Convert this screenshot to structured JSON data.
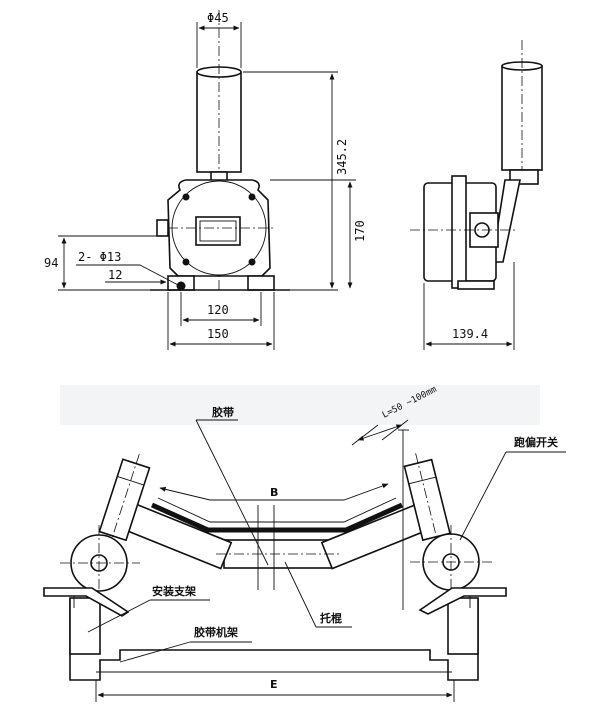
{
  "top_view": {
    "dim_diameter": "Φ45",
    "dim_height_total": "345.2",
    "dim_height_body": "170",
    "dim_94": "94",
    "dim_holes": "2- Φ13",
    "dim_12": "12",
    "dim_120": "120",
    "dim_150": "150",
    "dim_side_width": "139.4"
  },
  "bottom_view": {
    "label_belt": "胶带",
    "label_l_range": "L=50 ~100mm",
    "label_switch": "跑偏开关",
    "label_b": "B",
    "label_mount_bracket": "安装支架",
    "label_frame": "胶带机架",
    "label_roller": "托棍",
    "label_e": "E"
  }
}
